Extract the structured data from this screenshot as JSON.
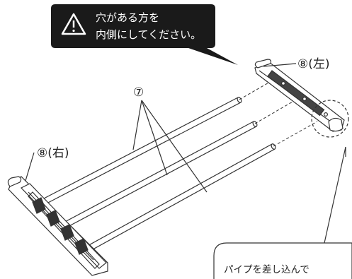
{
  "warning": {
    "icon": "warning-triangle-icon",
    "line1": "穴がある方を",
    "line2": "内側にしてください。",
    "bg_color": "#1a1a1a"
  },
  "labels": {
    "part7": "⑦",
    "part8_left": "⑧(左)",
    "part8_right": "⑧(右)"
  },
  "callout": {
    "text": "パイプを差し込んで"
  }
}
